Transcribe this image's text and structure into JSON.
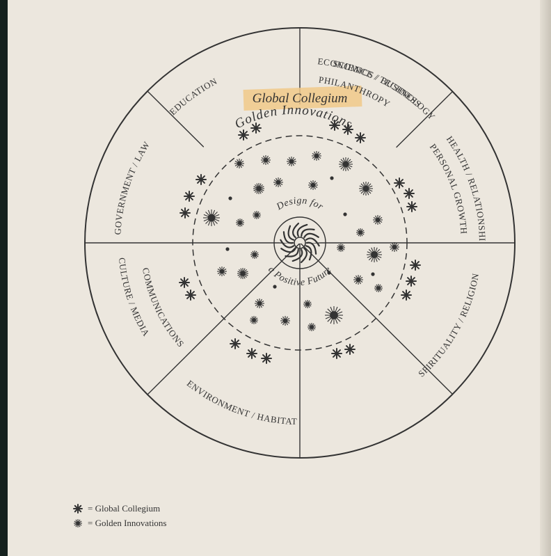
{
  "center_title": "Global Collegium",
  "inner_title": "Golden Innovations",
  "core_top": "Design for",
  "core_bottom": "a Positive Future",
  "sectors": [
    {
      "text": "EDUCATION"
    },
    {
      "text": "ECONOMICS / BUSINESS"
    },
    {
      "text": "PHILANTHROPY"
    },
    {
      "text": "HEALTH / RELATIONSHIPS"
    },
    {
      "text": "PERSONAL GROWTH"
    },
    {
      "text": "CULTURE / MEDIA"
    },
    {
      "text": "COMMUNICATIONS"
    },
    {
      "text": "ENVIRONMENT / HABITAT"
    },
    {
      "text": "SCIENCE / TECHNOLOGY"
    },
    {
      "text": "SPIRITUALITY / RELIGION"
    },
    {
      "text": "GOVERNMENT / LAW"
    }
  ],
  "legend": [
    {
      "symbol": "asterisk",
      "label": "= Global Collegium"
    },
    {
      "symbol": "sunburst",
      "label": "= Golden Innovations"
    }
  ],
  "colors": {
    "ink": "#333333",
    "paper": "#ece7de",
    "highlight": "#f1c98a"
  }
}
